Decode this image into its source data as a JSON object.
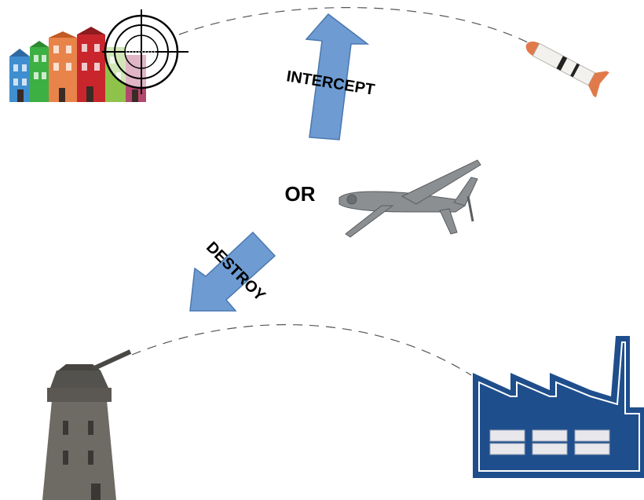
{
  "labels": {
    "intercept": "INTERCEPT",
    "or": "OR",
    "destroy": "DESTROY"
  },
  "icons": [
    "houses-icon",
    "crosshair-icon",
    "missile-icon",
    "drone-icon",
    "gun-tower-icon",
    "factory-icon"
  ],
  "colors": {
    "arrow_fill": "#6d9bd2",
    "arrow_stroke": "#4a78b0",
    "factory_blue": "#1f4e8c",
    "tower_gray": "#6e6a64",
    "drone_gray": "#8c8f92",
    "missile_orange": "#e07a4a",
    "dash_line": "#555555"
  }
}
